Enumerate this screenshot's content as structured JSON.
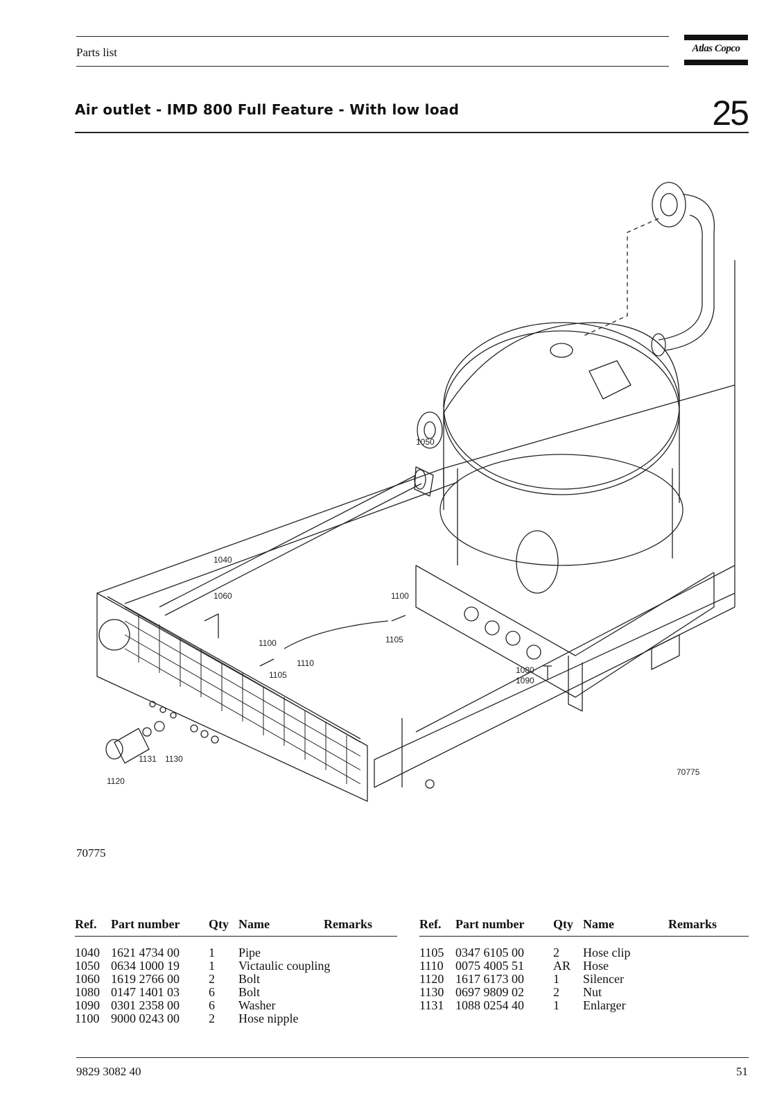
{
  "header": {
    "label": "Parts list",
    "brand": "Atlas Copco"
  },
  "title": {
    "text": "Air outlet - IMD 800 Full Feature - With low load",
    "section": "25"
  },
  "drawing": {
    "id_text": "70775",
    "callouts": [
      "1040",
      "1050",
      "1060",
      "1080",
      "1090",
      "1100",
      "1100",
      "1105",
      "1105",
      "1110",
      "1120",
      "1130",
      "1131"
    ]
  },
  "figure_label": "70775",
  "table": {
    "headers": {
      "ref": "Ref.",
      "part": "Part number",
      "qty": "Qty",
      "name": "Name",
      "remarks": "Remarks"
    },
    "left": [
      {
        "ref": "1040",
        "part": "1621 4734 00",
        "qty": "1",
        "name": "Pipe",
        "remarks": ""
      },
      {
        "ref": "1050",
        "part": "0634 1000 19",
        "qty": "1",
        "name": "Victaulic coupling",
        "remarks": ""
      },
      {
        "ref": "1060",
        "part": "1619 2766 00",
        "qty": "2",
        "name": "Bolt",
        "remarks": ""
      },
      {
        "ref": "1080",
        "part": "0147 1401 03",
        "qty": "6",
        "name": "Bolt",
        "remarks": ""
      },
      {
        "ref": "1090",
        "part": "0301 2358 00",
        "qty": "6",
        "name": "Washer",
        "remarks": ""
      },
      {
        "ref": "1100",
        "part": "9000 0243 00",
        "qty": "2",
        "name": "Hose nipple",
        "remarks": ""
      }
    ],
    "right": [
      {
        "ref": "1105",
        "part": "0347 6105 00",
        "qty": "2",
        "name": "Hose clip",
        "remarks": ""
      },
      {
        "ref": "1110",
        "part": "0075 4005 51",
        "qty": "AR",
        "name": "Hose",
        "remarks": ""
      },
      {
        "ref": "1120",
        "part": "1617 6173 00",
        "qty": "1",
        "name": "Silencer",
        "remarks": ""
      },
      {
        "ref": "1130",
        "part": "0697 9809 02",
        "qty": "2",
        "name": "Nut",
        "remarks": ""
      },
      {
        "ref": "1131",
        "part": "1088 0254 40",
        "qty": "1",
        "name": "Enlarger",
        "remarks": ""
      }
    ]
  },
  "footer": {
    "doc_number": "9829 3082 40",
    "page": "51"
  }
}
